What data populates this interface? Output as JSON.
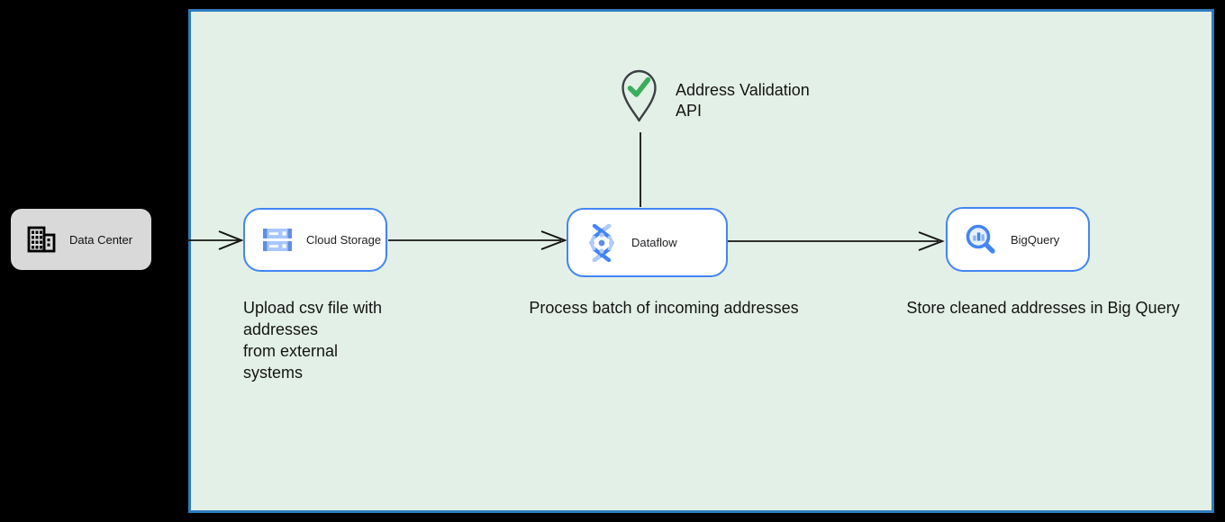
{
  "diagram": {
    "external": {
      "label": "Data Center",
      "icon": "building-icon"
    },
    "zone": {
      "fill": "#e3f0e7",
      "border_color": "#2f7bbd",
      "nodes": [
        {
          "id": "cloud-storage",
          "label": "Cloud Storage",
          "icon": "cloud-storage-icon",
          "caption": "Upload csv file with\naddresses\nfrom external\nsystems"
        },
        {
          "id": "dataflow",
          "label": "Dataflow",
          "icon": "dataflow-icon",
          "caption": "Process batch of incoming addresses"
        },
        {
          "id": "bigquery",
          "label": "BigQuery",
          "icon": "bigquery-icon",
          "caption": "Store cleaned addresses in Big Query"
        }
      ],
      "annotation": {
        "label": "Address Validation\nAPI",
        "icon": "map-pin-check-icon"
      }
    },
    "colors": {
      "canvas_bg": "#000000",
      "node_border": "#4285f4",
      "node_fill": "#ffffff",
      "external_fill": "#d9d9d9",
      "arrow": "#141414",
      "check_green": "#3bad5c",
      "icon_blue": "#4285f4",
      "icon_blue_light": "#aecbfa"
    }
  }
}
